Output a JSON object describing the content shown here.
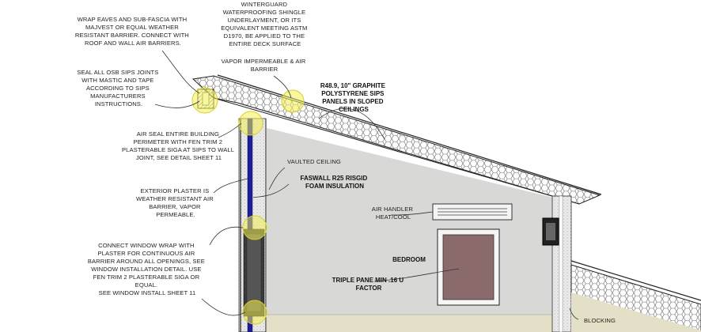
{
  "callouts": {
    "wrap_eaves": [
      "WRAP EAVES AND SUB-FASCIA WITH",
      "MAJVEST OR EQUAL WEATHER",
      "RESISTANT BARRIER.  CONNECT WITH",
      "ROOF AND WALL AIR BARRIERS."
    ],
    "winterguard": [
      "WINTERGUARD",
      "WATERPROOFING SHINGLE",
      "UNDERLAYMENT, OR ITS",
      "EQUIVALENT MEETING ASTM",
      "D1970, BE APPLIED TO THE",
      "ENTIRE DECK SURFACE"
    ],
    "vapor": [
      "VAPOR IMPERMEABLE & AIR",
      "BARRIER"
    ],
    "seal_osb": [
      "SEAL ALL OSB SIPS JOINTS",
      "WITH  MASTIC AND TAPE",
      "ACCORDING TO SIPS",
      "MANUFACTURERS",
      "INSTRUCTIONS."
    ],
    "sips": [
      "R48.9, 10\" GRAPHITE",
      "POLYSTYRENE SIPS",
      "PANELS IN SLOPED",
      "CEILINGS"
    ],
    "air_seal": [
      "AIR SEAL ENTIRE BUILDING",
      "PERIMETER WITH FEN TRIM 2",
      "PLASTERABLE SIGA AT SIPS TO WALL",
      "JOINT, SEE DETAIL SHEET 11"
    ],
    "vaulted": "VAULTED CEILING",
    "faswall": [
      "FASWALL R25 RISGID",
      "FOAM INSULATION"
    ],
    "exterior_plaster": [
      "EXTERIOR PLASTER IS",
      "WEATHER RESISTANT AIR",
      "BARRIER, VAPOR",
      "PERMEABLE."
    ],
    "air_handler": [
      "AIR HANDLER",
      "HEAT/COOL"
    ],
    "bedroom": "BEDROOM",
    "window_wrap": [
      "CONNECT WINDOW WRAP WITH",
      "PLASTER FOR CONTINUOUS AIR",
      "BARRIER AROUND ALL OPENINGS, SEE",
      "WINDOW INSTALLATION DETAIL. USE",
      "FEN TRIM 2 PLASTERABLE SIGA OR",
      "EQUAL.",
      "SEE WINDOW INSTALL SHEET 11"
    ],
    "triple_pane": [
      "TRIPLE PANE MIN .16 U",
      "FACTOR"
    ],
    "blocking": "BLOCKING"
  },
  "colors": {
    "wall_fill": "#d8d8d6",
    "floor_fill": "#e3e0c7",
    "highlight": "#f2ef54",
    "window_glass": "#8a6a6a",
    "insulation_blue": "#1c1ca8"
  }
}
